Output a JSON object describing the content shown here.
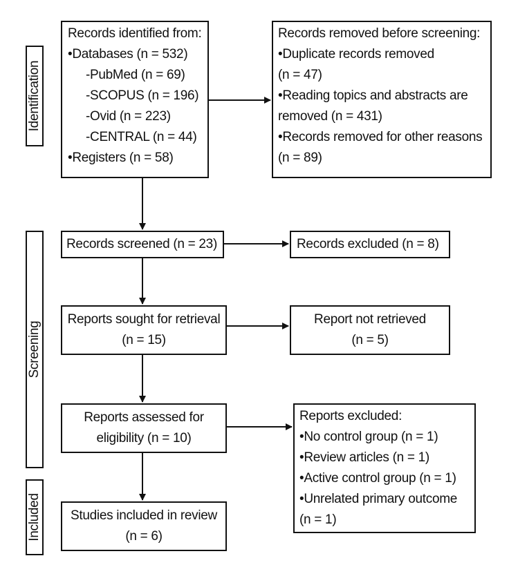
{
  "phases": {
    "identification": "Identification",
    "screening": "Screening",
    "included": "Included"
  },
  "identified": {
    "title": "Records identified from:",
    "databases": "•Databases (n = 532)",
    "pubmed": "-PubMed (n = 69)",
    "scopus": "-SCOPUS (n = 196)",
    "ovid": "-Ovid (n = 223)",
    "central": "-CENTRAL (n = 44)",
    "registers": "•Registers (n = 58)"
  },
  "removed": {
    "title": "Records removed before screening:",
    "dup": "•Duplicate records removed",
    "dup_n": "(n = 47)",
    "reading": "•Reading topics and abstracts are",
    "reading_n": "removed (n = 431)",
    "other": "•Records removed for other reasons",
    "other_n": "(n = 89)"
  },
  "screened": "Records screened (n = 23)",
  "excluded": "Records excluded (n = 8)",
  "sought": {
    "line1": "Reports sought for retrieval",
    "line2": "(n = 15)"
  },
  "not_retrieved": {
    "line1": "Report not retrieved",
    "line2": "(n = 5)"
  },
  "assessed": {
    "line1": "Reports assessed for",
    "line2": "eligibility (n = 10)"
  },
  "reports_excluded": {
    "title": "Reports excluded:",
    "r1": "•No control group (n = 1)",
    "r2": "•Review articles (n = 1)",
    "r3": "•Active control group (n = 1)",
    "r4": "•Unrelated primary outcome",
    "r4_n": "(n = 1)"
  },
  "included_box": {
    "line1": "Studies included in review",
    "line2": "(n = 6)"
  }
}
